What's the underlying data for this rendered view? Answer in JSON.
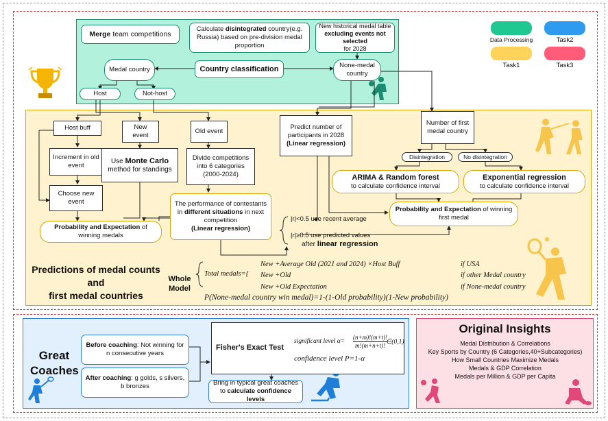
{
  "legend": {
    "data_processing": "Data Processing",
    "task1": "Task1",
    "task2": "Task2",
    "task3": "Task3",
    "colors": {
      "data_processing": "#1fc890",
      "task1": "#fdd35a",
      "task2": "#2e9bf0",
      "task3": "#ff5c7a"
    }
  },
  "data_processing": {
    "merge_bold": "Merge",
    "merge_rest": " team competitions",
    "disagg_pre": "Calculate ",
    "disagg_bold": "disintegrated",
    "disagg_post": " country(e.g. Russia) based on pre-division medal proportion",
    "hist_pre": "New historical medal table",
    "hist_bold": "excluding events not selected",
    "hist_post": "for 2028",
    "country_classification": "Country classification",
    "medal_country": "Medal country",
    "none_medal_country": "None-medal country",
    "host": "Host",
    "not_host": "Not-host"
  },
  "task1": {
    "host_buff": "Host buff",
    "increment_old": "Increment in old event",
    "choose_new": "Choose new event",
    "new_event": "New event",
    "use_pre": "Use ",
    "monte_carlo": "Monte Carlo",
    "use_post": " method for standings",
    "old_event": "Old event",
    "divide": "Divide competitions into 6 categories (2000-2024)",
    "perf_pre": "The performance of contestants in ",
    "perf_bold": "different situations",
    "perf_post": " in next competition",
    "perf_lr": "(Linear regression)",
    "prob_bold": "Probability and Expectation",
    "prob_rest": " of winning medals",
    "predict_participants": "Predict number of participants in 2028",
    "predict_lr": "(Linear regression)",
    "r_lt": "|r|<0.5  use recent average",
    "r_ge": "|r|≥0.5  use predicted values",
    "after": "after ",
    "after_bold": "linear regression",
    "first_medal_count": "Number of first medal country",
    "disintegration": "Disintegration",
    "no_disintegration": "No disintegration",
    "arima_bold": "ARIMA & Random forest",
    "arima_rest": "to calculate confidence interval",
    "exp_bold": "Exponential regression",
    "exp_rest": "to calculate confidence interval",
    "prob_first_bold": "Probability and Expectation",
    "prob_first_rest": " of winning first medal",
    "predictions_title_1": "Predictions of medal counts",
    "predictions_title_2": "and",
    "predictions_title_3": "first medal countries",
    "whole": "Whole",
    "model": "Model",
    "eq_total": "Total medals={",
    "eq_row1": "New +Average Old (2021 and 2024) ×Host Buff",
    "eq_row1_cond": "if USA",
    "eq_row2": "New +Old",
    "eq_row2_cond": "if other Medal country",
    "eq_row3": "New +Old Expectation",
    "eq_row3_cond": "if None-medal country",
    "eq_prob": "P(None-medal country win medal)=1-(1-Old probability)(1-New probability)"
  },
  "task2": {
    "title_1": "Great",
    "title_2": "Coaches",
    "before_bold": "Before coaching",
    "before_rest": ": Not winning for n consecutive years",
    "after_bold": "After coaching",
    "after_rest": ": g golds, s silvers, b bronzes",
    "fisher": "Fisher's Exact Test",
    "sig_label": "significant level α=",
    "sig_num": "(n+m)!(m+t)!",
    "sig_den": "m!(m+n+t)!",
    "sig_range": "∈(0,1)",
    "conf_label": "confidence level P=1-α",
    "typical_pre": "Bring in typical great coaches to ",
    "typical_bold": "calculate confidence levels"
  },
  "task3": {
    "title": "Original Insights",
    "items": [
      "Medal Distribution & Correlations",
      "Key Sports by Country (6 Categories,40+Subcategories)",
      "How Small Countries Maximize Medals",
      "Medals & GDP Correlation",
      "Medals per Million & GDP per Capita"
    ]
  }
}
